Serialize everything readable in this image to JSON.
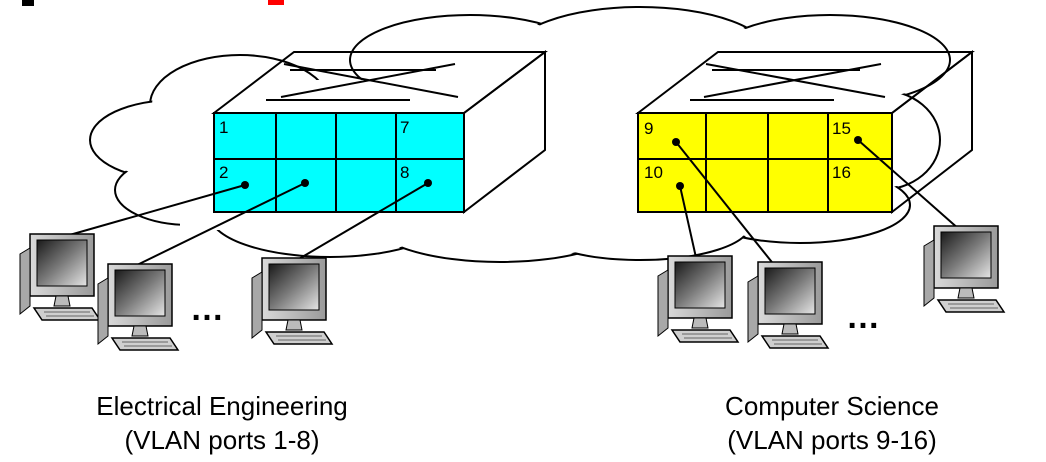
{
  "ports": {
    "ee_top": [
      "1",
      "",
      "",
      "7"
    ],
    "ee_bottom": [
      "2",
      "",
      "",
      "8"
    ],
    "cs_top": [
      "9",
      "",
      "",
      "15"
    ],
    "cs_bottom": [
      "10",
      "",
      "",
      "16"
    ]
  },
  "ellipsis": "…",
  "groups": {
    "ee": {
      "name": "Electrical Engineering",
      "ports": "(VLAN ports 1-8)"
    },
    "cs": {
      "name": "Computer Science",
      "ports": "(VLAN ports 9-16)"
    }
  },
  "colors": {
    "ee_switch": "#00ffff",
    "cs_switch": "#ffff00",
    "title_partial": "#ff0000"
  }
}
